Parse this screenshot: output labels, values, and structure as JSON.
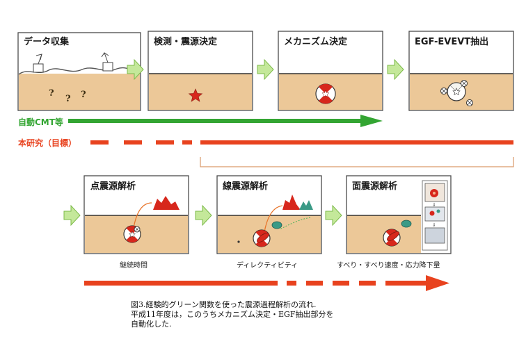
{
  "colors": {
    "ground": "#ecc898",
    "box_border": "#4a4a4a",
    "flow_arrow_fill": "#c4e89a",
    "flow_arrow_stroke": "#7cba4a",
    "auto_cmt_green": "#33a532",
    "research_red": "#e8421e",
    "peak_red": "#d7271c",
    "peak_teal": "#3a9a86"
  },
  "top_row": [
    {
      "title": "データ収集"
    },
    {
      "title": "検測・震源決定"
    },
    {
      "title": "メカニズム決定"
    },
    {
      "title": "EGF-EVEVT抽出"
    }
  ],
  "lanes": {
    "auto_cmt": "自動CMT等",
    "this_research": "本研究（目標）"
  },
  "bottom_row": [
    {
      "title": "点震源解析",
      "sublabel": "継続時間"
    },
    {
      "title": "線震源解析",
      "sublabel": "ディレクティビティ"
    },
    {
      "title": "面震源解析",
      "sublabel": "すべり・すべり速度・応力降下量"
    }
  ],
  "caption": [
    "図3.経験的グリーン関数を使った震源過程解析の流れ.",
    "平成11年度は，このうちメカニズム決定・EGF抽出部分を",
    "自動化した."
  ]
}
